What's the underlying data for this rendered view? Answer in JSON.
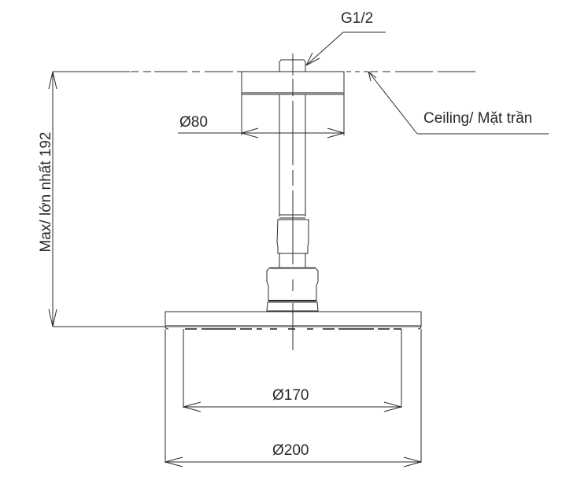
{
  "diagram": {
    "type": "technical-dimension-drawing",
    "subject": "ceiling-mounted rain shower head",
    "labels": {
      "thread": "G1/2",
      "ceiling": "Ceiling/ Mặt trần",
      "flange_diameter": "Ø80",
      "max_height": "Max/ lớn nhất 192",
      "inner_diameter": "Ø170",
      "outer_diameter": "Ø200"
    },
    "dimensions": {
      "thread_size": "G1/2",
      "flange_diameter_mm": 80,
      "max_height_mm": 192,
      "spray_face_diameter_mm": 170,
      "head_diameter_mm": 200
    },
    "colors": {
      "line": "#2a2a2a",
      "background": "#ffffff"
    }
  }
}
